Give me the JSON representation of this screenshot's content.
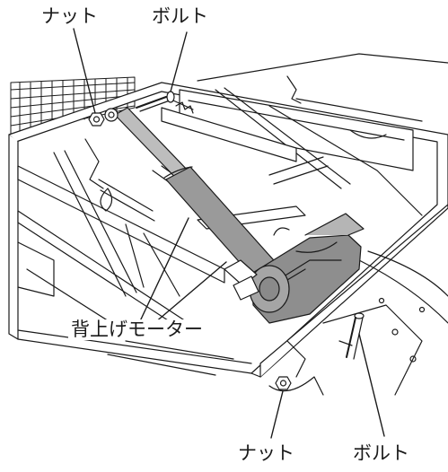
{
  "labels": {
    "nut_top": "ナット",
    "bolt_top": "ボルト",
    "motor": "背上げモーター",
    "nut_bottom": "ナット",
    "bolt_bottom": "ボルト"
  },
  "colors": {
    "line": "#1a1a1a",
    "motor_fill": "#9a9a9a",
    "motor_shadow": "#6f6f6f",
    "frame_fill": "#ffffff"
  }
}
